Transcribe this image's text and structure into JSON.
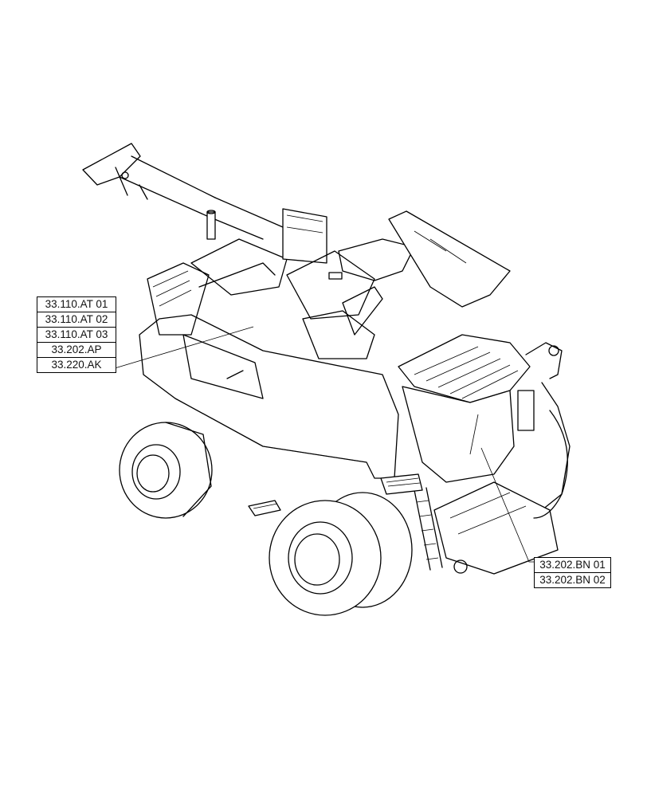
{
  "diagram": {
    "subject": "combine harvester rear isometric view",
    "line_color": "#000000",
    "background": "#ffffff"
  },
  "callouts": {
    "left_group": [
      "33.110.AT 01",
      "33.110.AT 02",
      "33.110.AT 03",
      "33.202.AP",
      "33.220.AK"
    ],
    "right_group": [
      "33.202.BN 01",
      "33.202.BN 02"
    ]
  }
}
